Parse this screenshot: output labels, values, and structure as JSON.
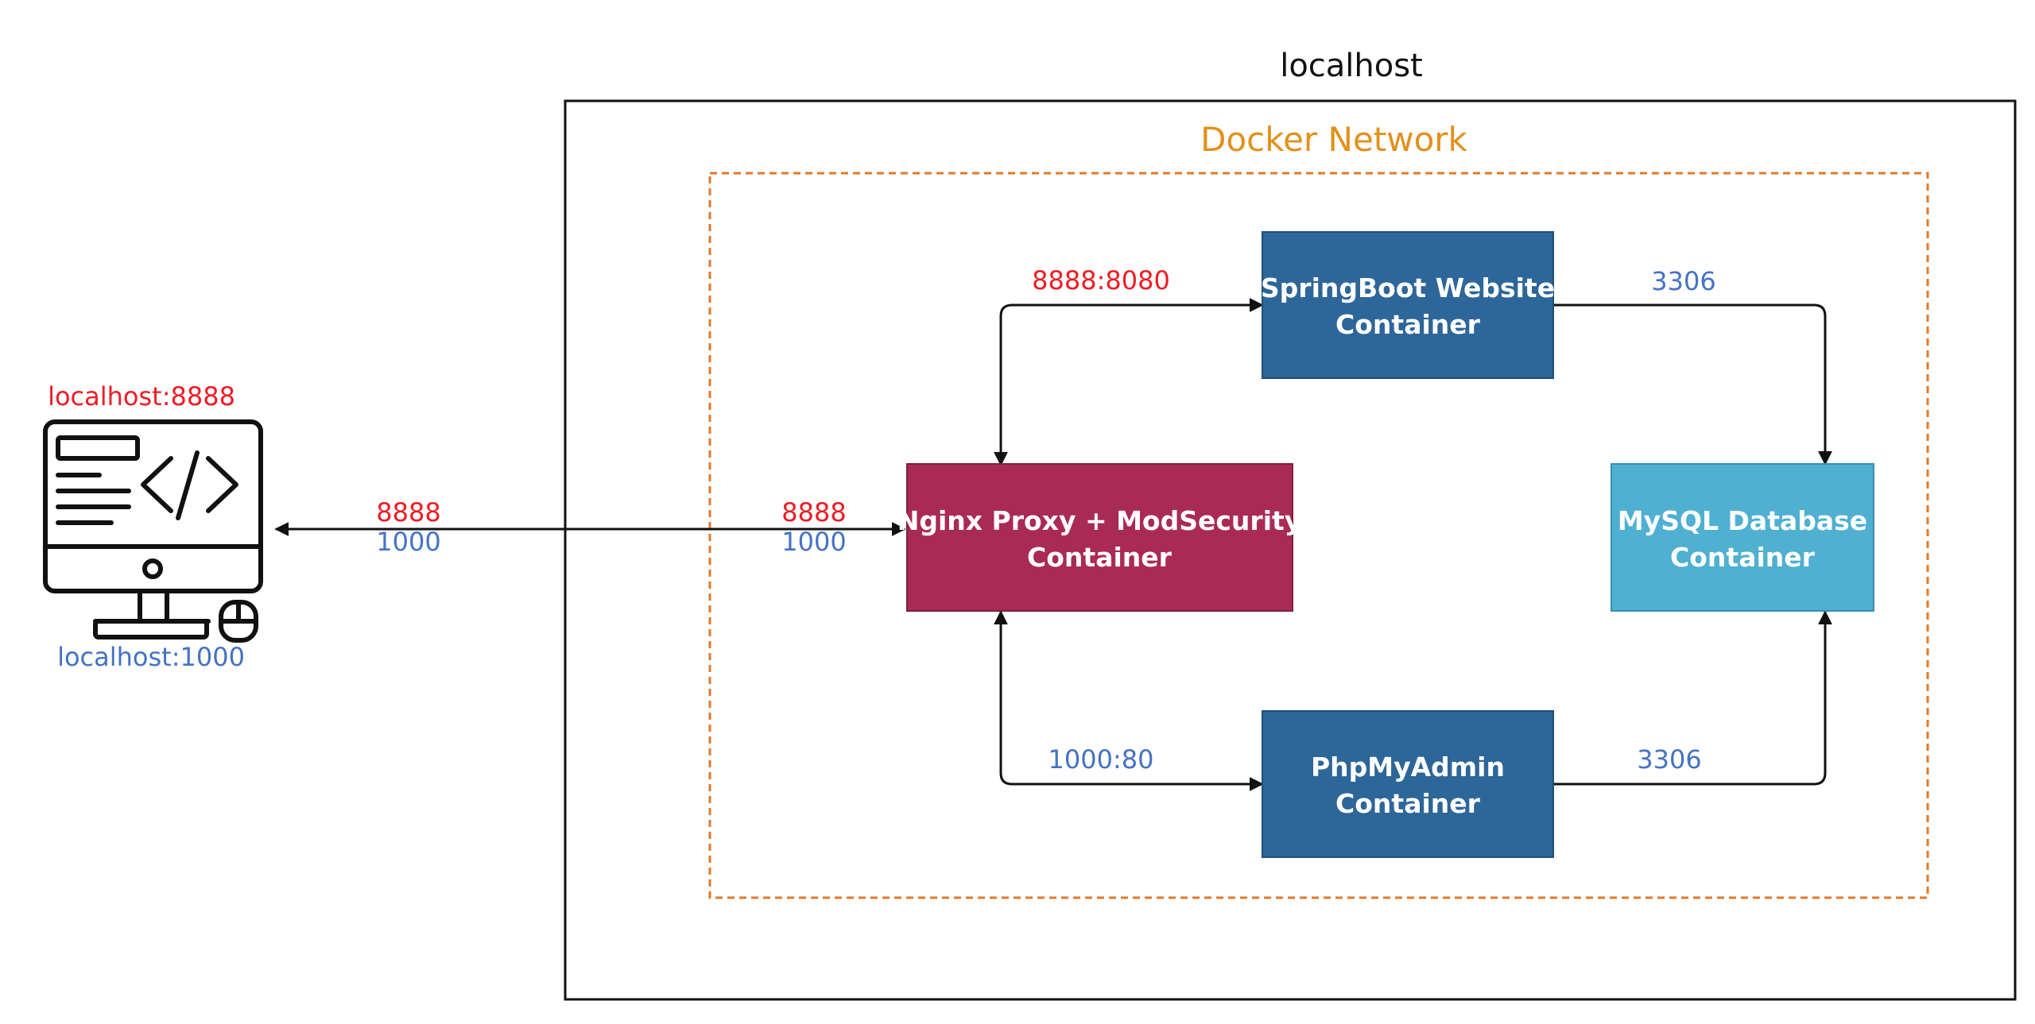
{
  "frame": {
    "title": "localhost",
    "network_label": "Docker Network"
  },
  "client": {
    "icon": "computer-code-icon",
    "label_top": "localhost:8888",
    "label_bottom": "localhost:1000"
  },
  "containers": {
    "springboot": {
      "line1": "SpringBoot Website",
      "line2": "Container"
    },
    "nginx": {
      "line1": "Nginx Proxy + ModSecurity",
      "line2": "Container"
    },
    "mysql": {
      "line1": "MySQL Database",
      "line2": "Container"
    },
    "phpmyadmin": {
      "line1": "PhpMyAdmin",
      "line2": "Container"
    }
  },
  "ports": {
    "client_edge_top": "8888",
    "client_edge_bottom": "1000",
    "nginx_edge_top": "8888",
    "nginx_edge_bottom": "1000",
    "nginx_to_springboot": "8888:8080",
    "nginx_to_phpmyadmin": "1000:80",
    "springboot_to_mysql": "3306",
    "phpmyadmin_to_mysql": "3306"
  },
  "colors": {
    "red_port": "#ee1c25",
    "blue_port": "#4472c4",
    "network_orange": "#e3901b",
    "network_border": "#e07a2a",
    "springboot_fill": "#2d6699",
    "nginx_fill": "#aa2a56",
    "mysql_fill": "#4fb0d1",
    "phpmyadmin_fill": "#2d6699"
  }
}
